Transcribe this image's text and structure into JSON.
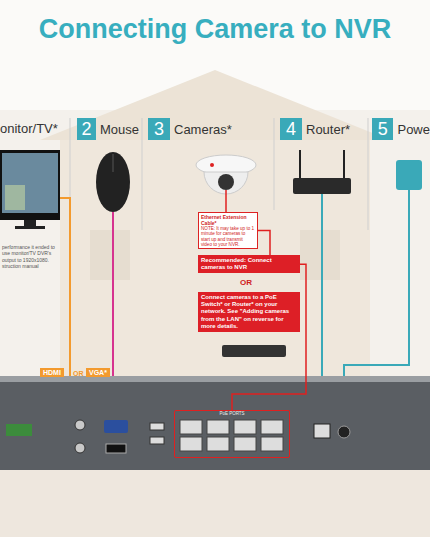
{
  "diagram": {
    "title": "Connecting Camera to NVR",
    "nodes": [
      {
        "text": [
          "2",
          "Mouse"
        ]
      },
      {
        "text": [
          "3",
          "Cameras*"
        ]
      },
      {
        "text": [
          "4",
          "Router*"
        ]
      },
      {
        "text": [
          "5",
          "Powe"
        ]
      },
      {
        "text": [
          "Ethernet Extension Cable*",
          "NOTE: It may take up to 1 minute for cameras to start up and transmit video to your NVR."
        ]
      },
      {
        "text": [
          "Recommended: Connect cameras to NVR"
        ]
      },
      {
        "text": [
          "Connect cameras to a PoE Switch* or Router* on your network. See \"Adding cameras from the LAN\" on reverse for more details."
        ]
      },
      {
        "text": [
          "PoE PORTS"
        ]
      }
    ],
    "edges": [
      {
        "from": 4,
        "to": 5,
        "arrow": "none"
      },
      {
        "from": 5,
        "to": 7,
        "arrow": "none"
      }
    ],
    "labels": [
      "onitor/TV*",
      "performance it ended to use monitor/TV DVR's output to 1920x1080. struction manual",
      "HDMI",
      "OR",
      "VGA*",
      "OR"
    ]
  }
}
